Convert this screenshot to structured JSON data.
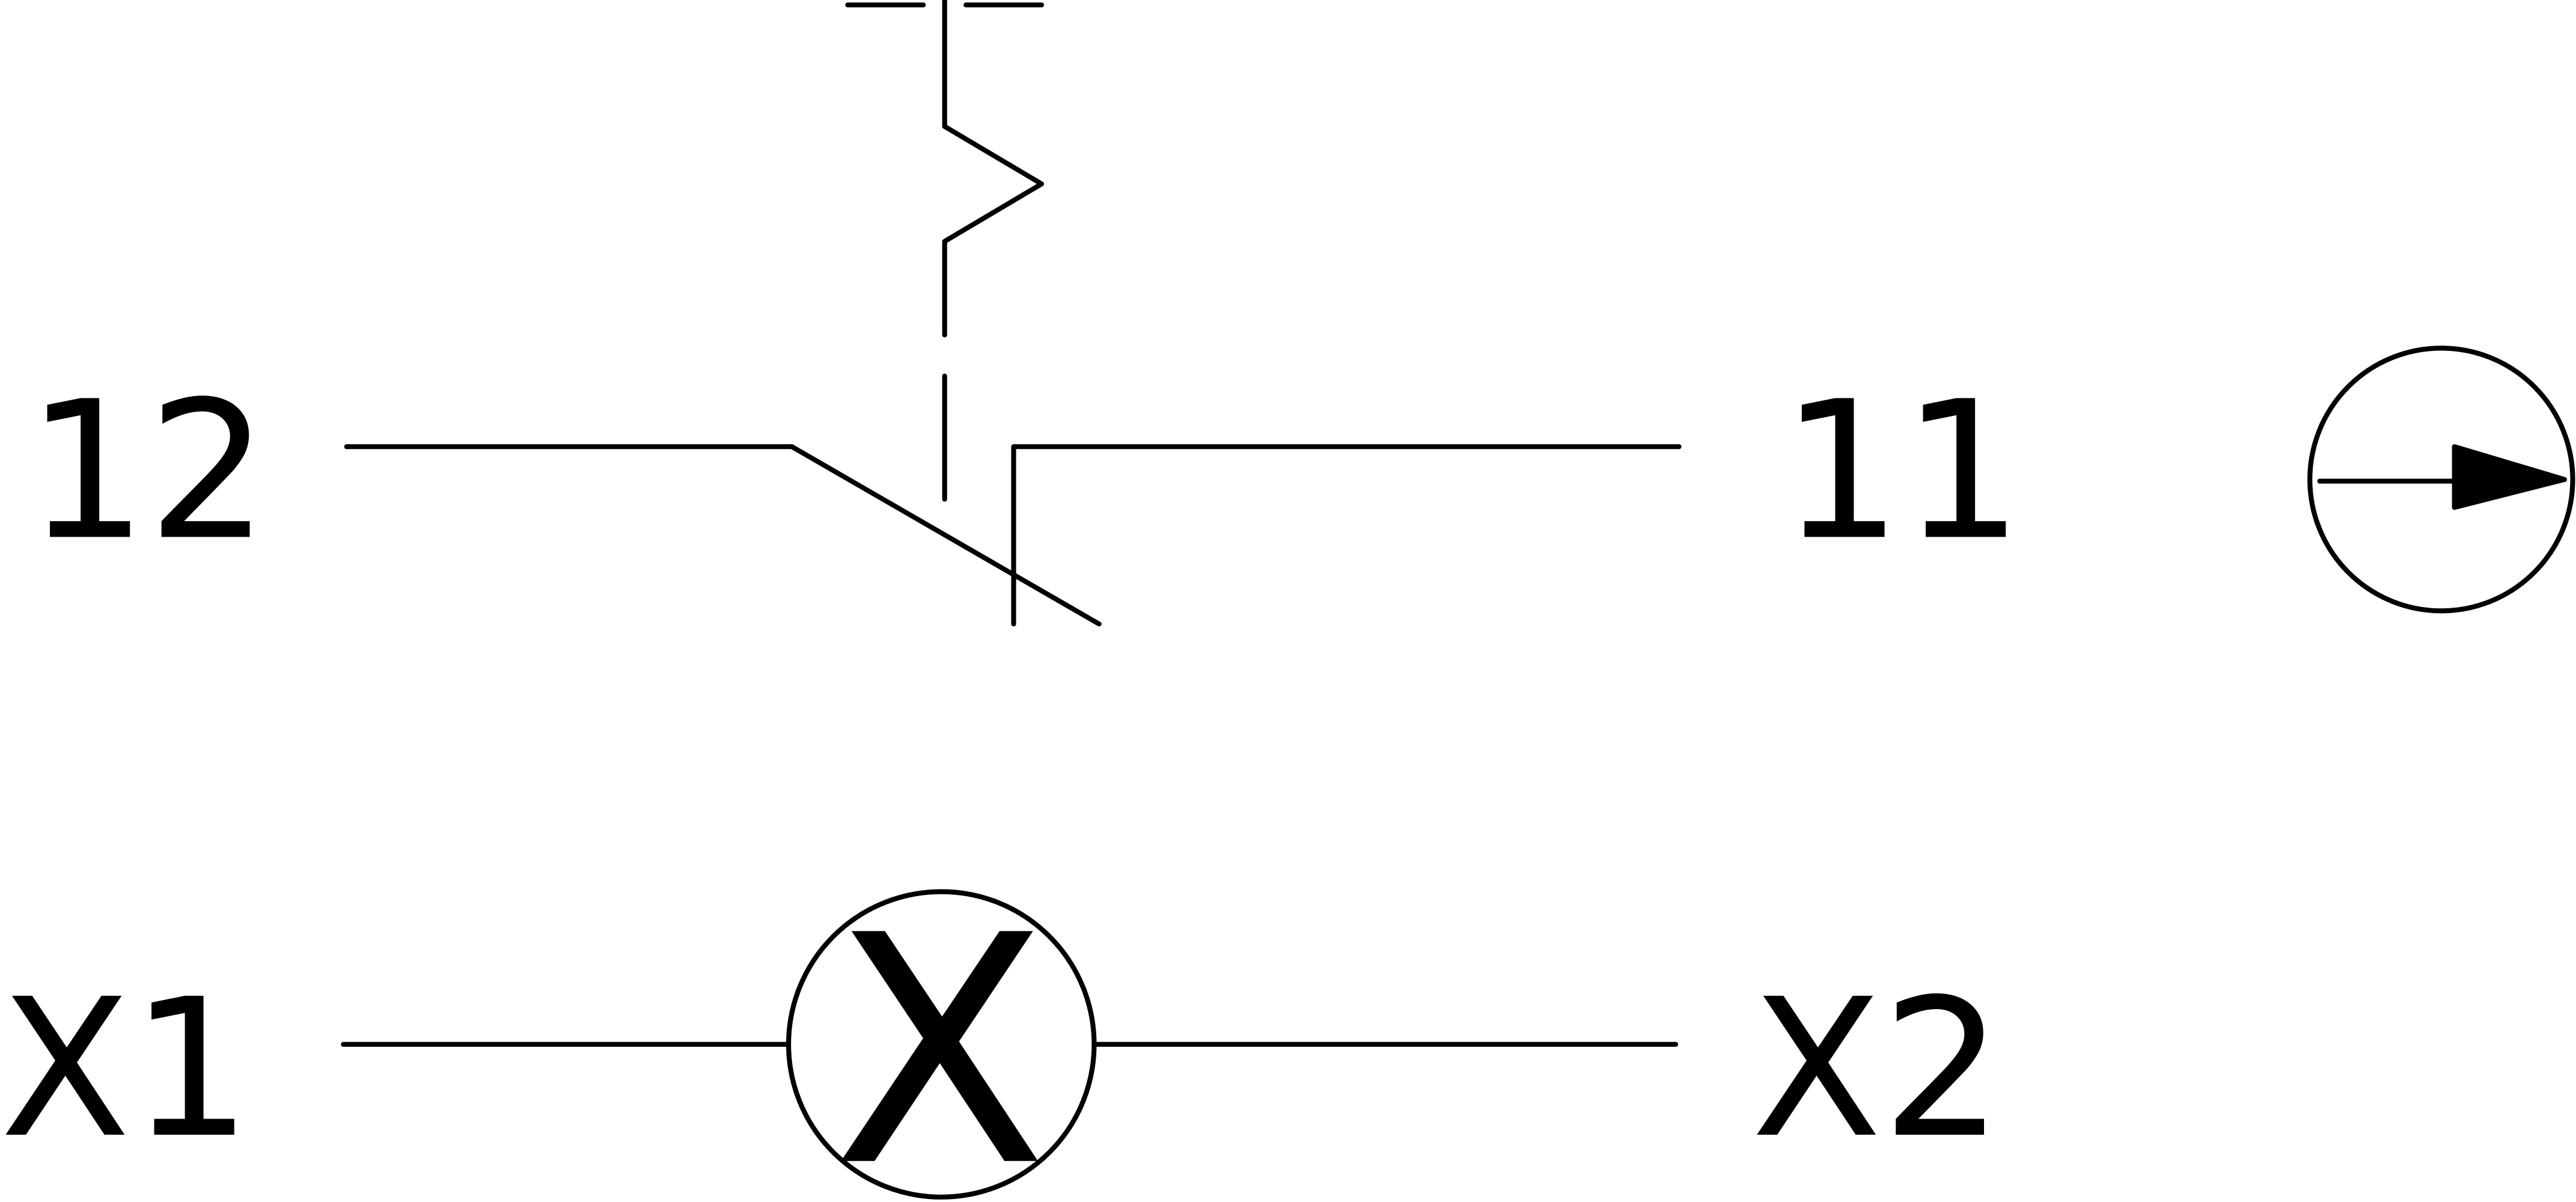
{
  "diagram": {
    "terminals": {
      "left_contact": "12",
      "right_contact": "11",
      "lamp_left": "X1",
      "lamp_right": "X2"
    },
    "lamp_symbol": "X",
    "icons": {
      "push_actuator": "push-button-actuator-icon",
      "rotation_direction": "rotation-direction-arrow-icon"
    },
    "colors": {
      "line": "#000000",
      "background": "#ffffff"
    }
  }
}
